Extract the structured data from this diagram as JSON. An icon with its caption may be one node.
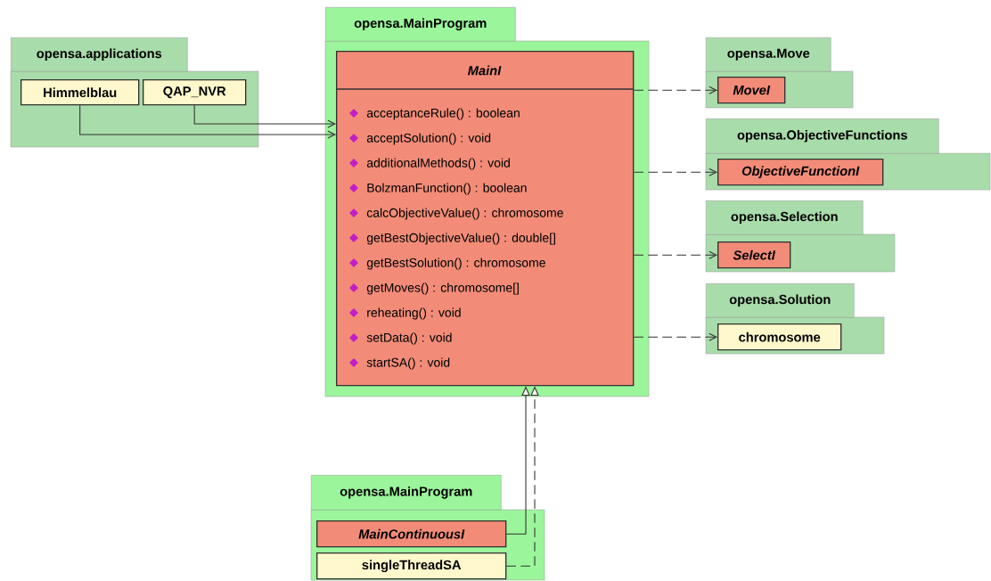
{
  "diagram": {
    "nodes": [
      {
        "text": [
          "opensa.applications"
        ]
      },
      {
        "text": [
          "Himmelblau"
        ],
        "in": 0
      },
      {
        "text": [
          "QAP_NVR"
        ],
        "in": 0
      },
      {
        "text": [
          "opensa.MainProgram"
        ]
      },
      {
        "text": [
          "MainI",
          "acceptanceRule() : boolean",
          "acceptSolution() : void",
          "additionalMethods() : void",
          "BolzmanFunction() : boolean",
          "calcObjectiveValue() : chromosome",
          "getBestObjectiveValue() : double[]",
          "getBestSolution() : chromosome",
          "getMoves() : chromosome[]",
          "reheating() : void",
          "setData() : void",
          "startSA() : void"
        ],
        "in": 3
      },
      {
        "text": [
          "opensa.Move"
        ]
      },
      {
        "text": [
          "MoveI"
        ],
        "in": 5
      },
      {
        "text": [
          "opensa.ObjectiveFunctions"
        ]
      },
      {
        "text": [
          "ObjectiveFunctionI"
        ],
        "in": 7
      },
      {
        "text": [
          "opensa.Selection"
        ]
      },
      {
        "text": [
          "SelectI"
        ],
        "in": 9
      },
      {
        "text": [
          "opensa.Solution"
        ]
      },
      {
        "text": [
          "chromosome"
        ],
        "in": 11
      },
      {
        "text": [
          "opensa.MainProgram"
        ]
      },
      {
        "text": [
          "MainContinuousI"
        ],
        "in": 13
      },
      {
        "text": [
          "singleThreadSA"
        ],
        "in": 13
      }
    ],
    "edges": [
      {
        "from": 1,
        "to": 4,
        "arrow": "to"
      },
      {
        "from": 2,
        "to": 4,
        "arrow": "to"
      },
      {
        "from": 4,
        "to": 6,
        "arrow": "to",
        "style": "dashed"
      },
      {
        "from": 4,
        "to": 8,
        "arrow": "to",
        "style": "dashed"
      },
      {
        "from": 4,
        "to": 10,
        "arrow": "to",
        "style": "dashed"
      },
      {
        "from": 4,
        "to": 12,
        "arrow": "to",
        "style": "dashed"
      },
      {
        "from": 14,
        "to": 4,
        "arrow": "to"
      },
      {
        "from": 15,
        "to": 4,
        "arrow": "to",
        "style": "dashed"
      }
    ]
  }
}
